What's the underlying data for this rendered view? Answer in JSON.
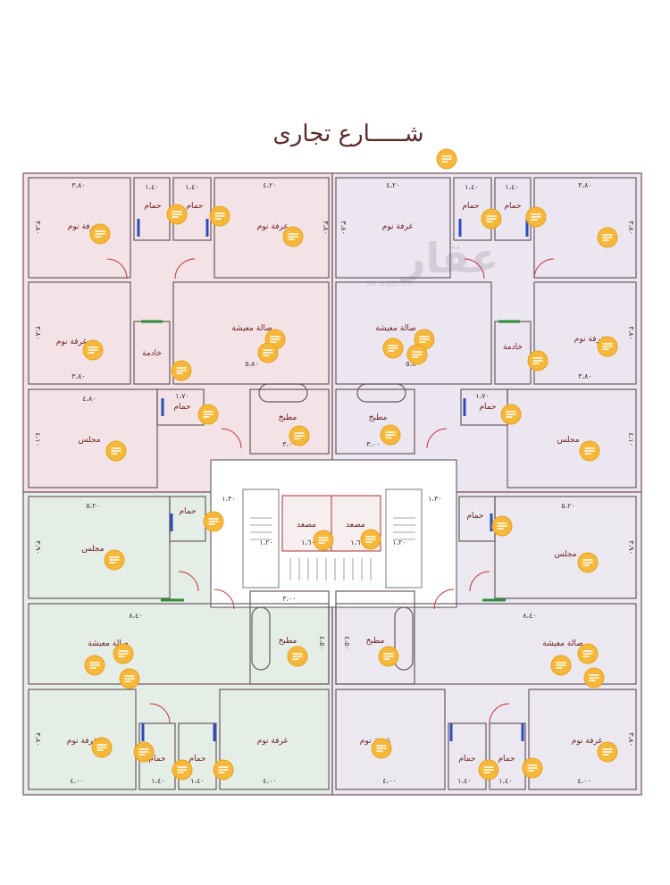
{
  "title": "شـــــارع تجارى",
  "watermark": {
    "main": "عقار",
    "sub": "sa.aqar.fm"
  },
  "colors": {
    "upper_left": "#f3e3e6",
    "upper_right": "#ece6f0",
    "lower_left": "#e5eee6",
    "lower_right": "#ebe8f0",
    "outline": "#8d6f7a",
    "note": "#f5b83a"
  },
  "rooms": {
    "ul_bed1": "غرفة نوم",
    "ul_bath1": "حمام",
    "ul_bath2": "حمام",
    "ul_bed2": "غرفة نوم",
    "ul_bed3": "غرفة نوم",
    "ul_living": "صالة معيشة",
    "ul_maid": "خادمة",
    "ul_bath3": "حمام",
    "ul_kitchen": "مطبخ",
    "ul_majlis": "مجلس",
    "ur_bath1": "حمام",
    "ur_bath2": "حمام",
    "ur_bed1": "غرفة نوم",
    "ur_bed2": "غرفة نوم",
    "ur_living": "صالة معيشة",
    "ur_maid": "خادمة",
    "ur_bath3": "حمام",
    "ur_kitchen": "مطبخ",
    "ur_majlis": "مجلس",
    "elev1": "مصعد",
    "elev2": "مصعد",
    "ll_bath": "حمام",
    "ll_majlis": "مجلس",
    "ll_kitchen": "مطبخ",
    "ll_living": "صالة معيشة",
    "ll_bed1": "غرفة نوم",
    "ll_bath1": "حمام",
    "ll_bath2": "حمام",
    "ll_bed2": "غرفة نوم",
    "lr_bath": "حمام",
    "lr_majlis": "مجلس",
    "lr_kitchen": "مطبخ",
    "lr_living": "صالة معيشة",
    "lr_bed1": "غرفة نوم",
    "lr_bath1": "حمام",
    "lr_bath2": "حمام",
    "lr_bed2": "غرفة نوم"
  },
  "dims": {
    "d1": "٣،٨٠",
    "d2": "١،٤٠",
    "d3": "١،٤٠",
    "d4": "٤،٢٠",
    "d5": "٤،٢٠",
    "d6": "١،٤٠",
    "d7": "١،٤٠",
    "d8": "٣،٨٠",
    "d9": "٣،٨٠",
    "d10": "٥،٨٠",
    "d11": "٥،٨٠",
    "d12": "٣،٨٠",
    "d13": "٤،٨٠",
    "d14": "١،٧٠",
    "d15": "١،٧٠",
    "d16": "٣،٠٠",
    "d17": "٣،٠٠",
    "d18": "٥،٢٠",
    "d19": "١،٣٠",
    "d20": "١،٣٠",
    "d21": "٥،٢٠",
    "d22": "١،٢٠",
    "d23": "١،٦٠",
    "d24": "١،٦٠",
    "d25": "١،٢٠",
    "d26": "٨،٤٠",
    "d27": "٣،٠٠",
    "d28": "٨،٤٠",
    "d29": "٤،٠٠",
    "d30": "١،٤٠",
    "d31": "١،٤٠",
    "d32": "٤،٠٠",
    "d33": "٤،٠٠",
    "d34": "١،٤٠",
    "d35": "١،٤٠",
    "d36": "٤،٠٠",
    "v1": "٣،٨٠",
    "v2": "٣،٨٠",
    "v3": "٣،٨٠",
    "v4": "٣،٨٠",
    "v5": "٣،٨٠",
    "v6": "٣،٨٠",
    "v7": "٤،١٠",
    "v8": "٤،١٠",
    "v9": "٣،٩٠",
    "v10": "٣،٩٠",
    "v11": "٤،٥٠",
    "v12": "٤،٥٠",
    "v13": "٣،٨٠",
    "v14": "٣،٨٠"
  },
  "note_icon": "note-icon"
}
